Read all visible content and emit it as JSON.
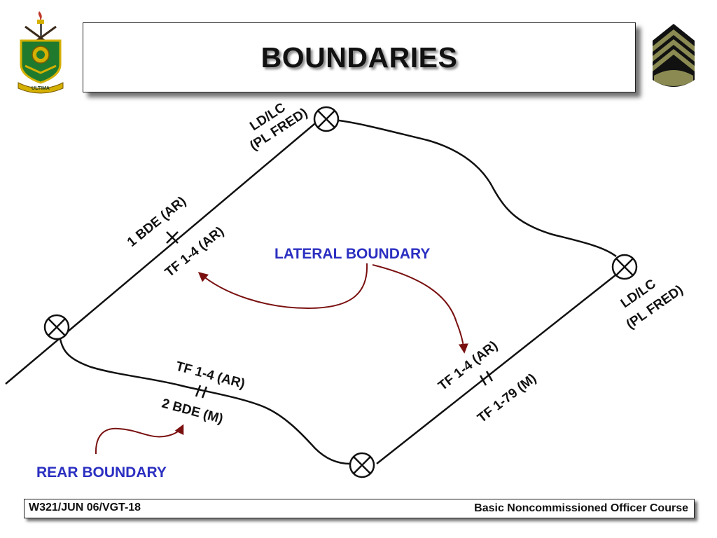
{
  "title": "BOUNDARIES",
  "labels": {
    "ld_lc_top_1": "LD/LC",
    "ld_lc_top_2": "(PL FRED)",
    "ld_lc_right_1": "LD/LC",
    "ld_lc_right_2": "(PL FRED)",
    "bde_1": "1 BDE (AR)",
    "tf_14_upper": "TF 1-4 (AR)",
    "lateral_boundary": "LATERAL BOUNDARY",
    "tf_14_lower_left": "TF 1-4 (AR)",
    "bde_2": "2 BDE (M)",
    "tf_14_lower_right": "TF 1-4 (AR)",
    "tf_179": "TF 1-79 (M)",
    "rear_boundary": "REAR BOUNDARY"
  },
  "crest": {
    "motto": "ULTIMA"
  },
  "footer": {
    "left": "W321/JUN 06/VGT-18",
    "right": "Basic Noncommissioned Officer Course"
  },
  "colors": {
    "arrow": "#7a1010",
    "accent_blue": "#2b2fc1",
    "chevron_olive": "#6b6b3a"
  },
  "icons": {
    "crest": "regimental-crest-icon",
    "rank": "staff-sergeant-chevron-icon",
    "point": "circle-x-icon"
  }
}
